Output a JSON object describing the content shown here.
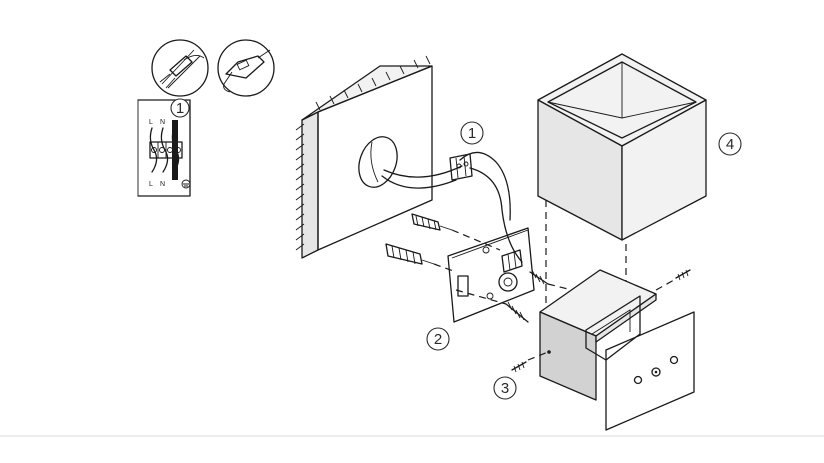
{
  "callouts": {
    "wiring": "1",
    "wall_plate": "2",
    "set_screw": "3",
    "shade": "4"
  },
  "wiring_panel": {
    "step": "1",
    "top_labels": [
      "L",
      "N"
    ],
    "bottom_labels": [
      "L",
      "N"
    ],
    "earth_symbol": "ground-icon"
  },
  "icons": [
    "wire-stripper-icon",
    "screwdriver-icon",
    "ground-icon"
  ],
  "colors": {
    "line": "#1a1a1a",
    "background": "#ffffff"
  }
}
